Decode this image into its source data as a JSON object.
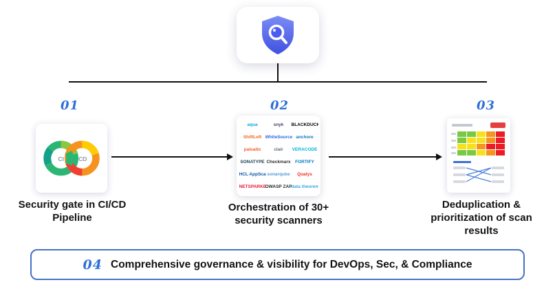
{
  "logo": {
    "icon": "shield-scan-logo"
  },
  "steps": {
    "s1": {
      "number": "01",
      "label": "Security gate in CI/CD Pipeline"
    },
    "s2": {
      "number": "02",
      "label": "Orchestration of 30+ security scanners"
    },
    "s3": {
      "number": "03",
      "label": "Deduplication & prioritization of scan results"
    },
    "s4": {
      "number": "04",
      "label": "Comprehensive governance & visibility for DevOps, Sec, & Compliance"
    }
  },
  "cicd": {
    "left": "CI",
    "right": "CD"
  },
  "scanners": [
    {
      "name": "aqua",
      "style": "color:#08a7e0"
    },
    {
      "name": "snyk",
      "style": "color:#43436b"
    },
    {
      "name": "BLACKDUCK",
      "style": "color:#000000"
    },
    {
      "name": "ShiftLeft",
      "style": "color:#f26722"
    },
    {
      "name": "WhiteSource",
      "style": "color:#2569e6"
    },
    {
      "name": "anchore",
      "style": "color:#0e76bc"
    },
    {
      "name": "paloalto",
      "style": "color:#fa582d"
    },
    {
      "name": "clair",
      "style": "color:#5a6b7b"
    },
    {
      "name": "VERACODE",
      "style": "color:#00b3e6"
    },
    {
      "name": "SONATYPE",
      "style": "color:#1b3a57"
    },
    {
      "name": "Checkmarx",
      "style": "color:#2b2b2b"
    },
    {
      "name": "FORTIFY",
      "style": "color:#0079c1"
    },
    {
      "name": "HCL AppScan",
      "style": "color:#0a57a4"
    },
    {
      "name": "sonarqube",
      "style": "color:#549dd6"
    },
    {
      "name": "Qualys",
      "style": "color:#ed2e26"
    },
    {
      "name": "NETSPARKER",
      "style": "color:#e31837"
    },
    {
      "name": "OWASP ZAP",
      "style": "color:#2a2a2a"
    },
    {
      "name": "data theorem",
      "style": "color:#35a8e0"
    }
  ],
  "colors": {
    "accent_blue": "#2e6fd6",
    "banner_border_blue": "#4472c4",
    "shield_blue": "#4a5df0",
    "connector_black": "#0d0d0d"
  }
}
